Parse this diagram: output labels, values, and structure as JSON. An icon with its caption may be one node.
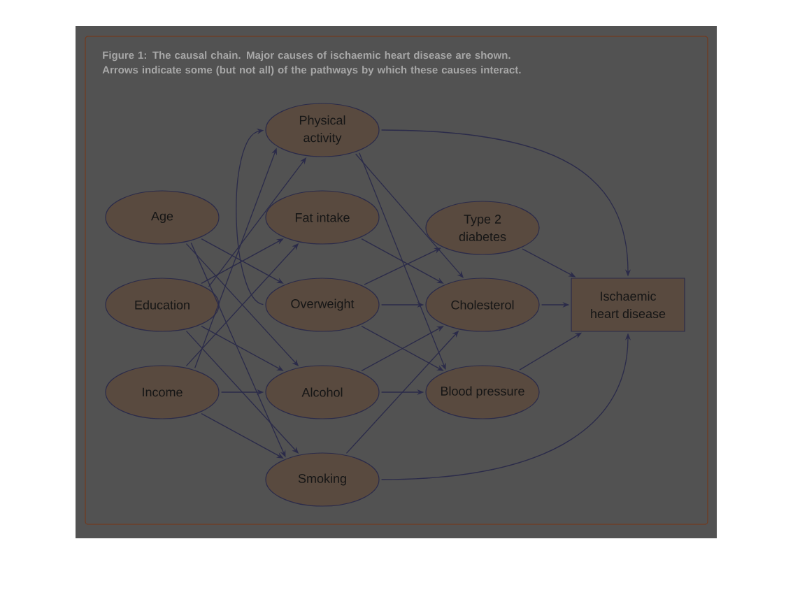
{
  "diagram": {
    "caption": "Figure 1: The causal chain. Major causes of ischaemic heart disease are shown. Arrows indicate some (but not all) of the pathways by which these causes interact.",
    "nodes": [
      {
        "text": [
          "Physical activity"
        ]
      },
      {
        "text": [
          "Age"
        ]
      },
      {
        "text": [
          "Fat intake"
        ]
      },
      {
        "text": [
          "Type 2 diabetes"
        ]
      },
      {
        "text": [
          "Education"
        ]
      },
      {
        "text": [
          "Overweight"
        ]
      },
      {
        "text": [
          "Cholesterol"
        ]
      },
      {
        "text": [
          "Ischaemic heart disease"
        ]
      },
      {
        "text": [
          "Income"
        ]
      },
      {
        "text": [
          "Alcohol"
        ]
      },
      {
        "text": [
          "Blood pressure"
        ]
      },
      {
        "text": [
          "Smoking"
        ]
      }
    ],
    "edges": [
      {
        "from": 1,
        "to": 5,
        "arrow": "to"
      },
      {
        "from": 1,
        "to": 9,
        "arrow": "to"
      },
      {
        "from": 1,
        "to": 11,
        "arrow": "to"
      },
      {
        "from": 4,
        "to": 0,
        "arrow": "to"
      },
      {
        "from": 4,
        "to": 2,
        "arrow": "to"
      },
      {
        "from": 4,
        "to": 9,
        "arrow": "to"
      },
      {
        "from": 4,
        "to": 11,
        "arrow": "to"
      },
      {
        "from": 8,
        "to": 0,
        "arrow": "to"
      },
      {
        "from": 8,
        "to": 2,
        "arrow": "to"
      },
      {
        "from": 8,
        "to": 9,
        "arrow": "to"
      },
      {
        "from": 8,
        "to": 11,
        "arrow": "to"
      },
      {
        "from": 5,
        "to": 0,
        "arrow": "to"
      },
      {
        "from": 0,
        "to": 6,
        "arrow": "to"
      },
      {
        "from": 0,
        "to": 10,
        "arrow": "to"
      },
      {
        "from": 0,
        "to": 7,
        "arrow": "to"
      },
      {
        "from": 2,
        "to": 6,
        "arrow": "to"
      },
      {
        "from": 5,
        "to": 3,
        "arrow": "to"
      },
      {
        "from": 5,
        "to": 6,
        "arrow": "to"
      },
      {
        "from": 5,
        "to": 10,
        "arrow": "to"
      },
      {
        "from": 9,
        "to": 6,
        "arrow": "to"
      },
      {
        "from": 9,
        "to": 10,
        "arrow": "to"
      },
      {
        "from": 11,
        "to": 6,
        "arrow": "to"
      },
      {
        "from": 11,
        "to": 7,
        "arrow": "to"
      },
      {
        "from": 3,
        "to": 7,
        "arrow": "to"
      },
      {
        "from": 6,
        "to": 7,
        "arrow": "to"
      },
      {
        "from": 10,
        "to": 7,
        "arrow": "to"
      }
    ]
  }
}
